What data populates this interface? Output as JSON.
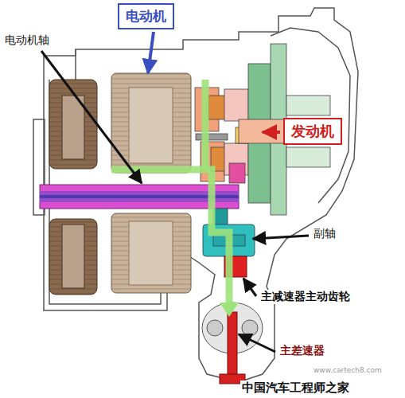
{
  "diagram": {
    "nodes": [
      {
        "text": [
          "电动机"
        ]
      },
      {
        "text": [
          "发动机"
        ]
      }
    ],
    "labels": [
      "电动机轴",
      "副轴",
      "主减速器主动齿轮",
      "主差速器",
      "www.cartech8.com",
      "中国汽车工程师之家"
    ]
  }
}
